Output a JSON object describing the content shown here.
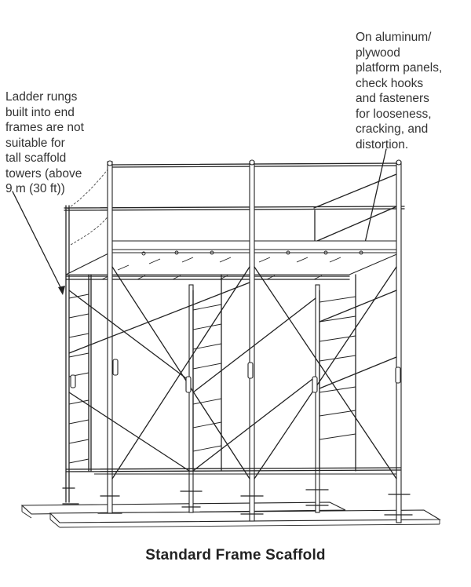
{
  "diagram": {
    "title": "Standard Frame Scaffold",
    "annotations": [
      {
        "id": "ladder-rungs",
        "text": "Ladder rungs\nbuilt into end\nframes are not\nsuitable for\ntall scaffold\ntowers (above\n9 m (30 ft))"
      },
      {
        "id": "platform-panels",
        "text": "On aluminum/\nplywood\nplatform panels,\ncheck hooks\nand fasteners\nfor looseness,\ncracking, and\ndistortion."
      }
    ],
    "colors": {
      "line": "#222222",
      "background": "#ffffff",
      "text": "#333333"
    }
  }
}
